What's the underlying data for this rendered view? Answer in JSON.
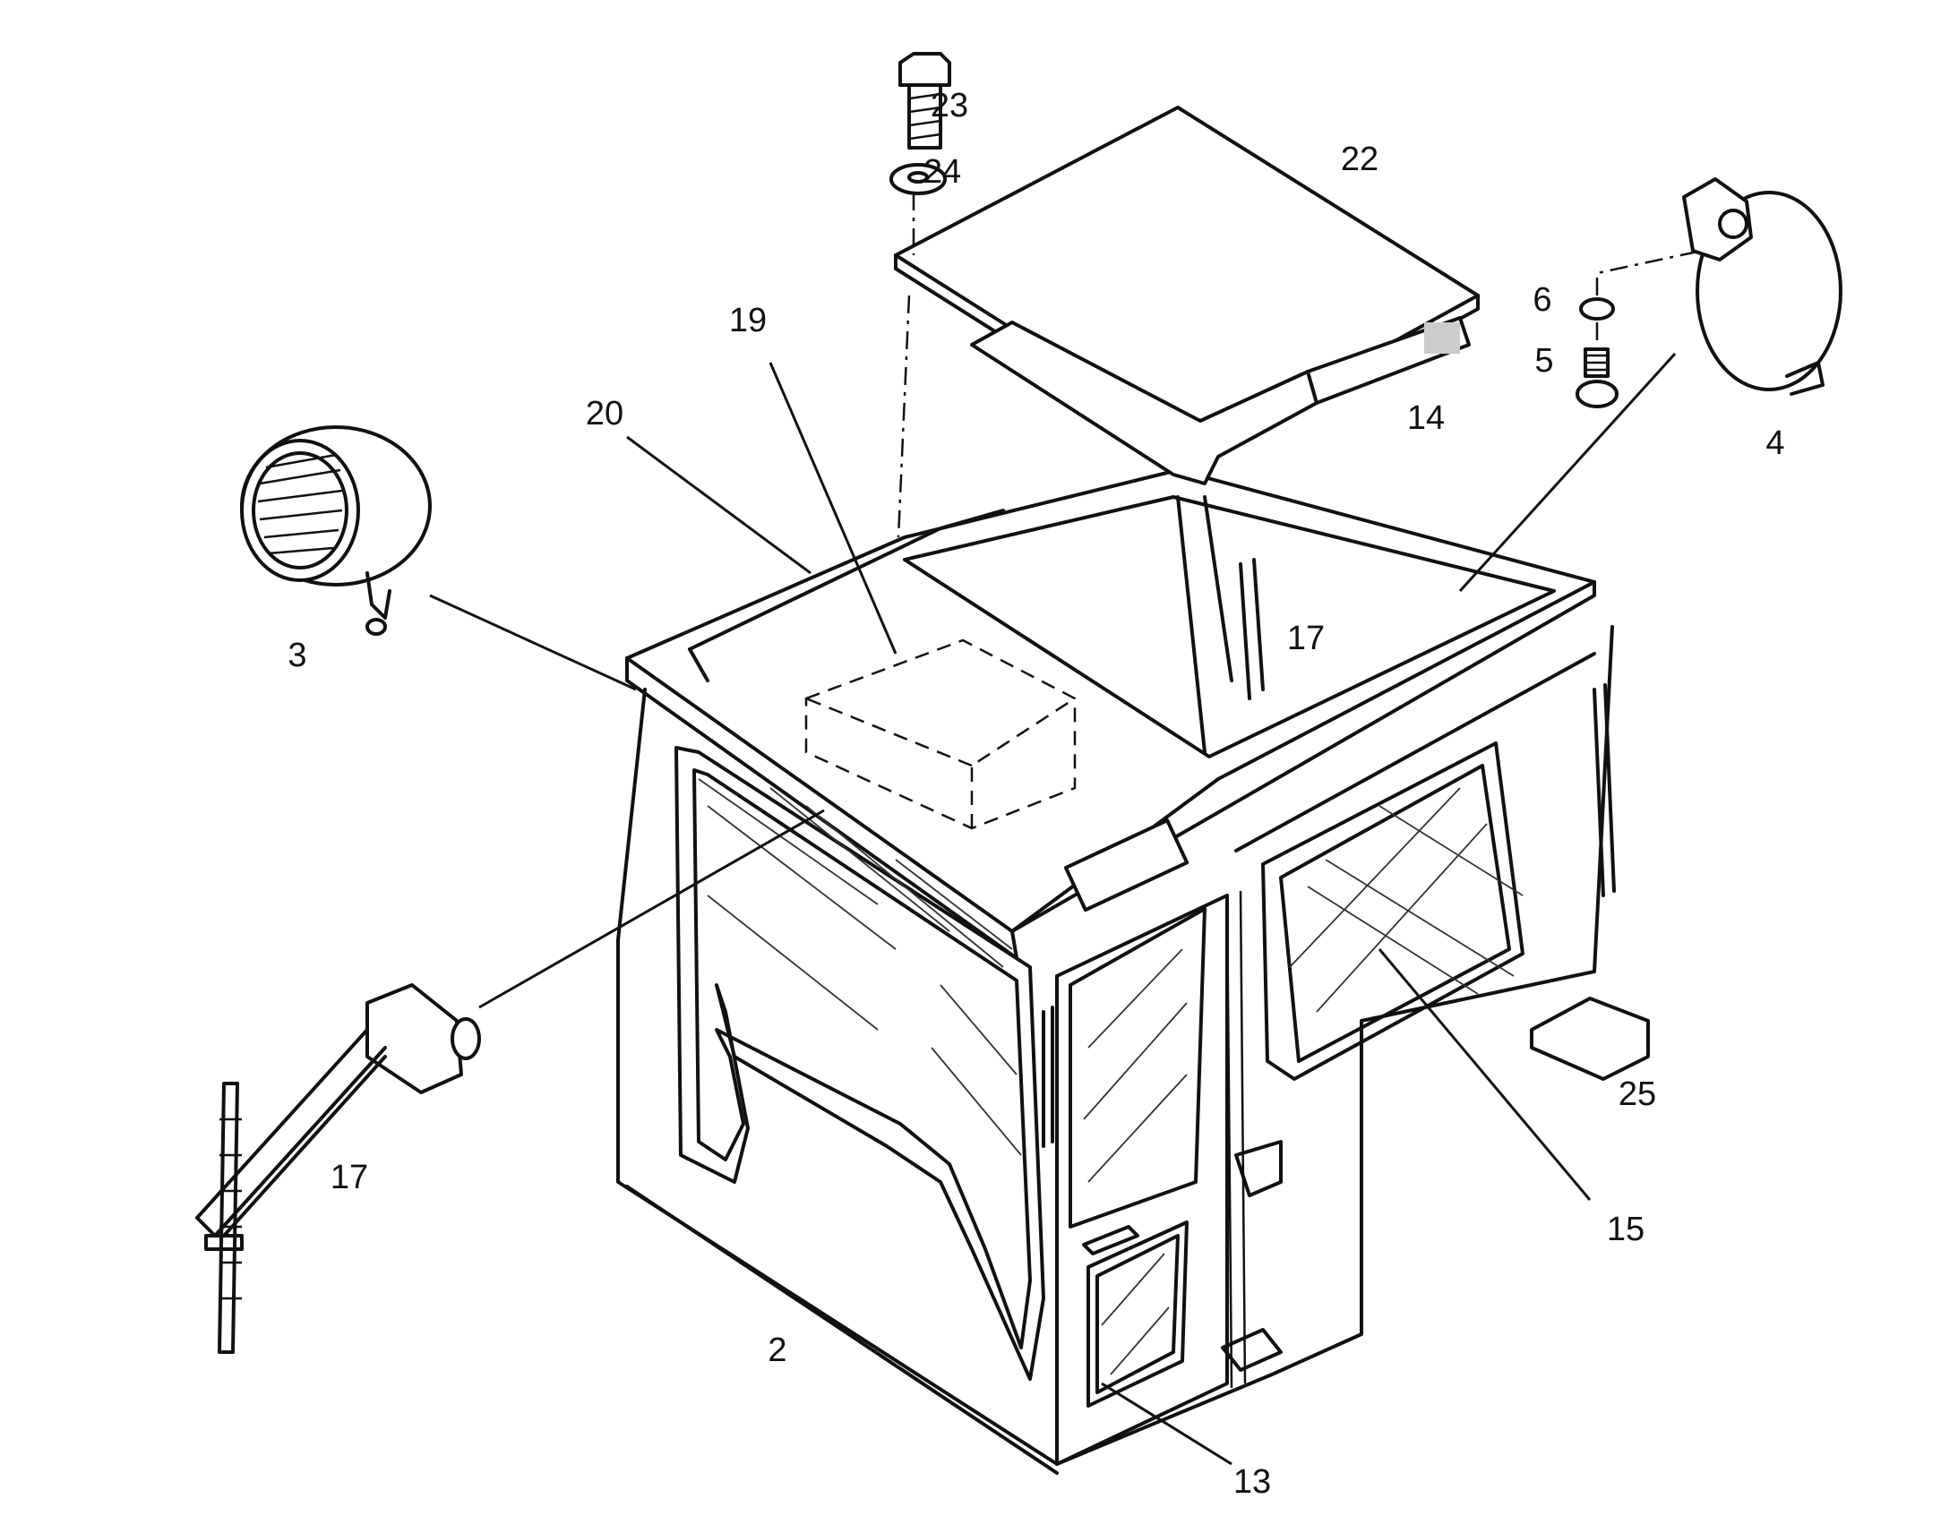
{
  "callouts": {
    "c23": "23",
    "c24": "24",
    "c22": "22",
    "c19": "19",
    "c20": "20",
    "c6": "6",
    "c5": "5",
    "c14": "14",
    "c4": "4",
    "c3": "3",
    "c17_top": "17",
    "c17_left": "17",
    "c25": "25",
    "c15": "15",
    "c2": "2",
    "c13": "13"
  }
}
